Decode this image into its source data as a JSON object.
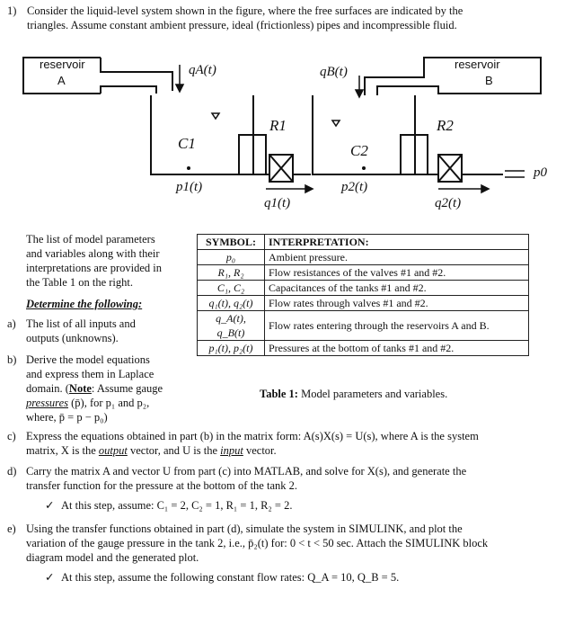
{
  "problem": {
    "number": "1)",
    "intro_line1": "Consider the liquid-level system shown in the figure, where the free surfaces are indicated by the",
    "intro_line2": "triangles. Assume constant ambient pressure, ideal (frictionless) pipes and incompressible fluid."
  },
  "figure": {
    "reservoir_a": "reservoir",
    "reservoir_a_id": "A",
    "reservoir_b": "reservoir",
    "reservoir_b_id": "B",
    "qa": "qA(t)",
    "qb": "qB(t)",
    "r1": "R1",
    "r2": "R2",
    "c1": "C1",
    "c2": "C2",
    "p1": "p1(t)",
    "p2": "p2(t)",
    "q1": "q1(t)",
    "q2": "q2(t)",
    "p0": "p0"
  },
  "side_text": {
    "l1": "The list of model parameters",
    "l2": "and variables along with their",
    "l3": "interpretations are provided in",
    "l4": "the Table 1 on the right.",
    "determine": "Determine the following:",
    "a_label": "a)",
    "a1": "The list of all inputs and",
    "a2": "outputs (unknowns).",
    "b_label": "b)",
    "b1": "Derive the model equations",
    "b2": "and express them in Laplace",
    "b3_pre": "domain. (",
    "b3_note": "Note",
    "b3_post": ": Assume gauge",
    "b4_pressures": "pressures",
    "b4_rest": " (p̄), for p₁ and p₂,",
    "b5": "where, p̄ = p − p₀)"
  },
  "table": {
    "header_symbol": "SYMBOL:",
    "header_interp": "INTERPRETATION:",
    "rows": [
      {
        "symbol": "p₀",
        "interp": "Ambient pressure."
      },
      {
        "symbol": "R₁, R₂",
        "interp": "Flow resistances of the valves #1 and #2."
      },
      {
        "symbol": "C₁, C₂",
        "interp": "Capacitances of the tanks #1 and #2."
      },
      {
        "symbol": "q₁(t), q₂(t)",
        "interp": "Flow rates through valves #1 and #2."
      },
      {
        "symbol": "q_A(t), q_B(t)",
        "interp": "Flow rates entering through the reservoirs A and B."
      },
      {
        "symbol": "p₁(t), p₂(t)",
        "interp": "Pressures at the bottom of tanks #1 and #2."
      }
    ],
    "caption_bold": "Table 1:",
    "caption_rest": " Model parameters and variables."
  },
  "parts": {
    "c_label": "c)",
    "c1": "Express the equations obtained in part (b) in the matrix form: A(s)X(s) = U(s), where A is the system",
    "c2_pre": "matrix, X is the ",
    "c2_output": "output",
    "c2_mid": " vector, and U is the ",
    "c2_input": "input",
    "c2_post": " vector.",
    "d_label": "d)",
    "d1": "Carry the matrix A and vector U from part (c) into MATLAB, and solve for X(s), and generate the",
    "d2": "transfer function for the pressure at the bottom of the tank 2.",
    "d_check": "✓",
    "d3": "At this step, assume: C₁ = 2, C₂ = 1, R₁ = 1, R₂ = 2.",
    "e_label": "e)",
    "e1": "Using the transfer functions obtained in part (d), simulate the system in SIMULINK, and plot the",
    "e2": "variation of the gauge pressure in the tank 2, i.e., p̄₂(t) for: 0 < t < 50 sec. Attach the SIMULINK block",
    "e3": "diagram model and the generated plot.",
    "e_check": "✓",
    "e4": "At this step, assume the following constant flow rates: Q_A = 10, Q_B = 5."
  }
}
